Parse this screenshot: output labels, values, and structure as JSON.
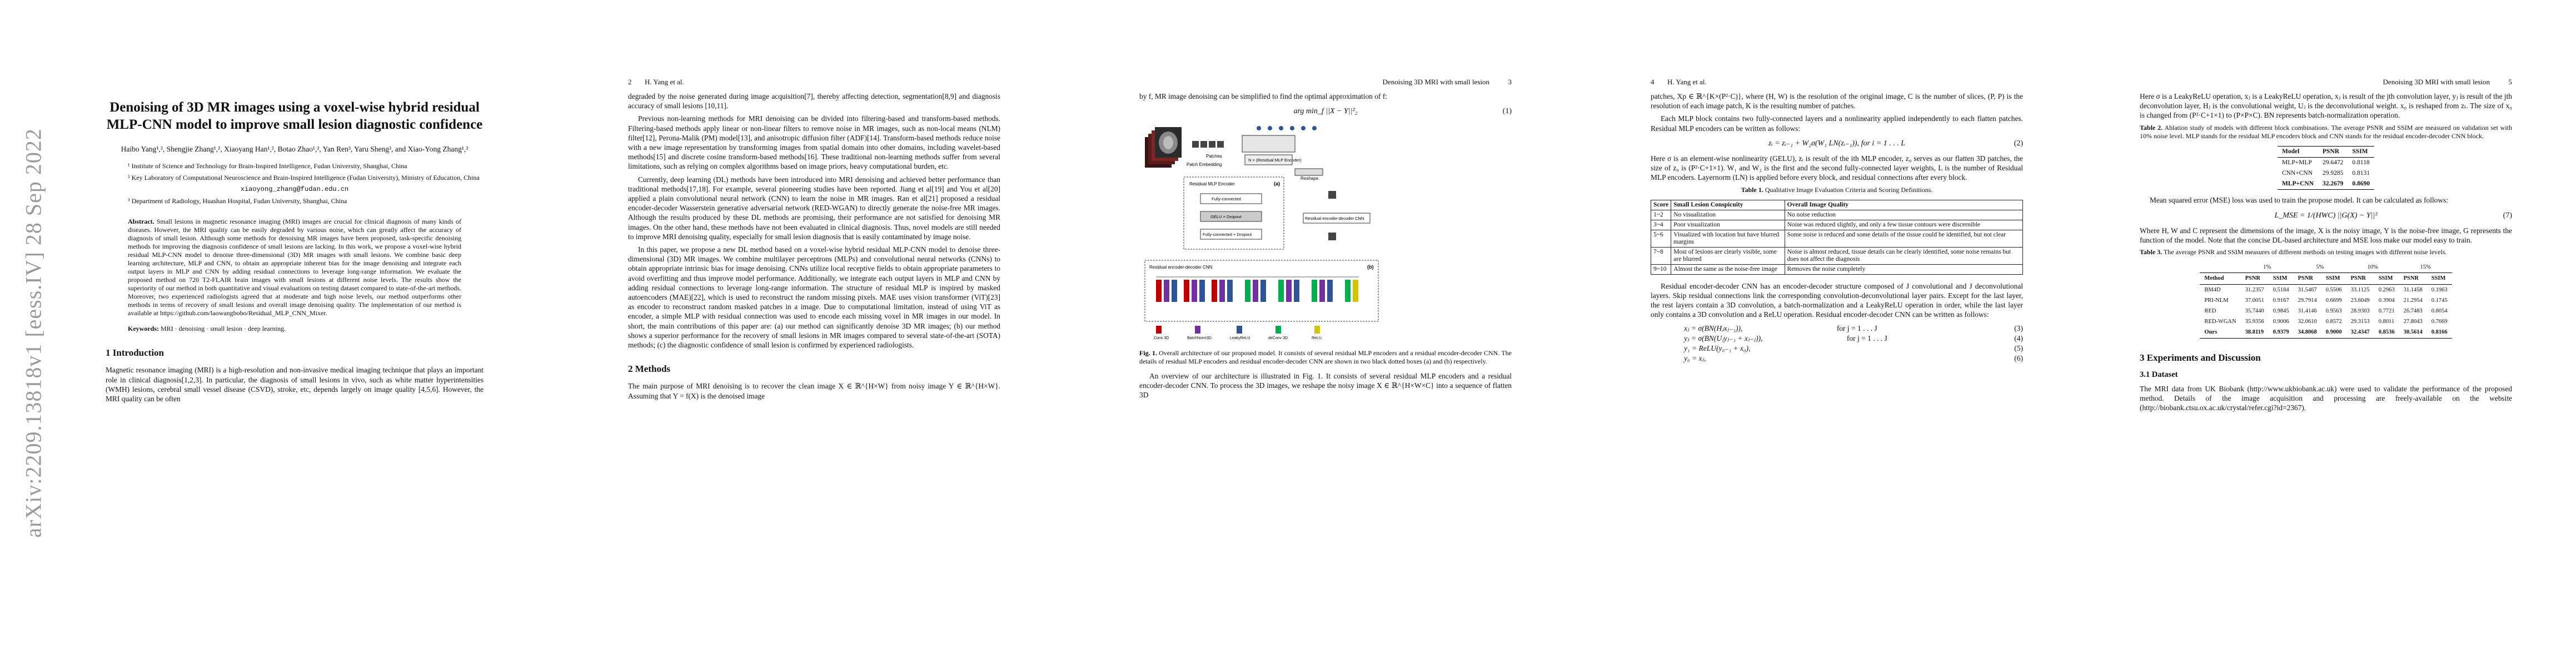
{
  "arxiv_id": "arXiv:2209.13818v1  [eess.IV]  28 Sep 2022",
  "title": "Denoising of 3D MR images using a voxel-wise hybrid residual MLP-CNN model to improve small lesion diagnostic confidence",
  "authors": "Haibo Yang¹,², Shengjie Zhang¹,², Xiaoyang Han¹,², Botao Zhao¹,², Yan Ren³, Yaru Sheng³, and Xiao-Yong Zhang¹,²",
  "affiliations": [
    "¹ Institute of Science and Technology for Brain-Inspired Intelligence, Fudan University, Shanghai, China",
    "² Key Laboratory of Computational Neuroscience and Brain-Inspired Intelligence (Fudan University), Ministry of Education, China",
    "xiaoyong_zhang@fudan.edu.cn",
    "³ Department of Radiology, Huashan Hospital, Fudan University, Shanghai, China"
  ],
  "abstract_label": "Abstract.",
  "abstract": "Small lesions in magnetic resonance imaging (MRI) images are crucial for clinical diagnosis of many kinds of diseases. However, the MRI quality can be easily degraded by various noise, which can greatly affect the accuracy of diagnosis of small lesion. Although some methods for denoising MR images have been proposed, task-specific denoising methods for improving the diagnosis confidence of small lesions are lacking. In this work, we propose a voxel-wise hybrid residual MLP-CNN model to denoise three-dimensional (3D) MR images with small lesions. We combine basic deep learning architecture, MLP and CNN, to obtain an appropriate inherent bias for the image denoising and integrate each output layers in MLP and CNN by adding residual connections to leverage long-range information. We evaluate the proposed method on 720 T2-FLAIR brain images with small lesions at different noise levels. The results show the superiority of our method in both quantitative and visual evaluations on testing dataset compared to state-of-the-art methods. Moreover, two experienced radiologists agreed that at moderate and high noise levels, our method outperforms other methods in terms of recovery of small lesions and overall image denoising quality. The implementation of our method is available at https://github.com/laowangbobo/Residual_MLP_CNN_Mixer.",
  "keywords_label": "Keywords:",
  "keywords": "MRI · denoising · small lesion · deep learning.",
  "sec_intro": "1   Introduction",
  "intro_p1": "Magnetic resonance imaging (MRI) is a high-resolution and non-invasive medical imaging technique that plays an important role in clinical diagnosis[1,2,3]. In particular, the diagnosis of small lesions in vivo, such as white matter hyperintensities (WMH) lesions, cerebral small vessel disease (CSVD), stroke, etc, depends largely on image quality [4,5,6]. However, the MRI quality can be often",
  "p2": {
    "page_no": "2",
    "header": "H. Yang et al.",
    "para1": "degraded by the noise generated during image acquisition[7], thereby affecting detection, segmentation[8,9] and diagnosis accuracy of small lesions [10,11].",
    "para2": "Previous non-learning methods for MRI denoising can be divided into filtering-based and transform-based methods. Filtering-based methods apply linear or non-linear filters to remove noise in MR images, such as non-local means (NLM) filter[12], Perona-Malik (PM) model[13], and anisotropic diffusion filter (ADF)[14]. Transform-based methods reduce noise with a new image representation by transforming images from spatial domain into other domains, including wavelet-based methods[15] and discrete cosine transform-based methods[16]. These traditional non-learning methods suffer from several limitations, such as relying on complex algorithms based on image priors, heavy computational burden, etc.",
    "para3": "Currently, deep learning (DL) methods have been introduced into MRI denoising and achieved better performance than traditional methods[17,18]. For example, several pioneering studies have been reported. Jiang et al[19] and You et al[20] applied a plain convolutional neural network (CNN) to learn the noise in MR images. Ran et al[21] proposed a residual encoder-decoder Wasserstein generative adversarial network (RED-WGAN) to directly generate the noise-free MR images. Although the results produced by these DL methods are promising, their performance are not satisfied for denoising MR images. On the other hand, these methods have not been evaluated in clinical diagnosis. Thus, novel models are still needed to improve MRI denoising quality, especially for small lesion diagnosis that is easily contaminated by image noise.",
    "para4": "In this paper, we propose a new DL method based on a voxel-wise hybrid residual MLP-CNN model to denoise three-dimensional (3D) MR images. We combine multilayer perceptrons (MLPs) and convolutional neural networks (CNNs) to obtain appropriate intrinsic bias for image denoising. CNNs utilize local receptive fields to obtain appropriate parameters to avoid overfitting and thus improve model performance. Additionally, we integrate each output layers in MLP and CNN by adding residual connections to leverage long-range information. The structure of residual MLP is inspired by masked autoencoders (MAE)[22], which is used to reconstruct the random missing pixels. MAE uses vision transformer (ViT)[23] as encoder to reconstruct random masked patches in a image. Due to computational limitation, instead of using ViT as encoder, a simple MLP with residual connection was used to encode each missing voxel in MR images in our model. In short, the main contributions of this paper are: (a) our method can significantly denoise 3D MR images; (b) our method shows a superior performance for the recovery of small lesions in MR images compared to several state-of-the-art (SOTA) methods; (c) the diagnostic confidence of small lesion is confirmed by experienced radiologists.",
    "sec_methods": "2   Methods",
    "para5": "The main purpose of MRI denoising is to recover the clean image X ∈ ℝ^{H×W} from noisy image Y ∈ ℝ^{H×W}. Assuming that Y = f(X) is the denoised image"
  },
  "p3": {
    "page_no": "3",
    "header": "Denoising 3D MRI with small lesion",
    "para1": "by f, MR image denoising can be simplified to find the optimal approximation of f:",
    "eq1": "arg min_f ||X − Y||²₂",
    "eq1_no": "(1)",
    "fig": {
      "patches": "Patches",
      "embedding": "Patch Embedding",
      "residual_mlp": "N × (Residual MLP Encoder)",
      "residual_mlp_encoder": "Residual MLP Encoder",
      "fully_connected": "Fully-connected",
      "gelu_dropout": "GELU + Dropout",
      "fc_dropout": "Fully-connected + Dropout",
      "reshape": "Reshape",
      "red_cnn": "Residual encoder-decoder CNN",
      "red_cnn_title": "Residual encoder-decoder CNN",
      "label_a": "(a)",
      "label_b": "(b)",
      "legend": [
        "Conv 3D",
        "BatchNorm3D",
        "LeakyReLU",
        "deConv 3D",
        "ReLU"
      ]
    },
    "fig_cap_label": "Fig. 1.",
    "fig_cap": "Overall architecture of our proposed model. It consists of several residual MLP encoders and a residual encoder-decoder CNN. The details of residual MLP encoders and residual encoder-decoder CNN are shown in two black dotted boxes (a) and (b) respectively.",
    "para2": "An overview of our architecture is illustrated in Fig. 1. It consists of several residual MLP encoders and a residual encoder-decoder CNN. To process the 3D images, we reshape the noisy image X ∈ ℝ^{H×W×C} into a sequence of flatten 3D"
  },
  "p4": {
    "page_no": "4",
    "header": "H. Yang et al.",
    "para1": "patches, Xp ∈ ℝ^{K×(P²·C)}, where (H, W) is the resolution of the original image, C is the number of slices, (P, P) is the resolution of each image patch, K is the resulting number of patches.",
    "para2": "Each MLP block contains two fully-connected layers and a nonlinearity applied independently to each flatten patches. Residual MLP encoders can be written as follows:",
    "eq2": "zᵢ = zᵢ₋₁ + W₂σ(W₁ LN(zᵢ₋₁)),      for i = 1 . . . L",
    "eq2_no": "(2)",
    "para3": "Here σ is an element-wise nonlinearity (GELU), zᵢ is result of the ith MLP encoder, z₀ serves as our flatten 3D patches, the size of z₀ is (P²·C+1×1). W₁ and W₂ is the first and the second fully-connected layer weights, L is the number of Residual MLP encoders. Layernorm (LN) is applied before every block, and residual connections after every block.",
    "table1_caption_label": "Table 1.",
    "table1_caption": "Qualitative Image Evaluation Criteria and Scoring Definitions.",
    "table1_headers": [
      "Score",
      "Small Lesion Conspicuity",
      "Overall Image Quality"
    ],
    "table1_rows": [
      [
        "1~2",
        "No visualization",
        "No noise reduction"
      ],
      [
        "3~4",
        "Poor visualization",
        "Noise was reduced slightly, and only a few tissue contours were discernible"
      ],
      [
        "5~6",
        "Visualized with location but have blurred margins",
        "Some noise is reduced and some details of the tissue could be identified, but not clear"
      ],
      [
        "7~8",
        "Most of lesions are clearly visible, some are blurred",
        "Noise is almost reduced, tissue details can be clearly identified, some noise remains but does not affect the diagnosis"
      ],
      [
        "9~10",
        "Almost the same as the noise-free image",
        "Removes the noise completely"
      ]
    ],
    "para4": "Residual encoder-decoder CNN has an encoder-decoder structure composed of J convolutional and J deconvolutional layers. Skip residual connections link the corresponding convolution-deconvolutional layer pairs. Except for the last layer, the rest layers contain a 3D convolution, a batch-normalization and a LeakyReLU operation in order, while the last layer only contains a 3D convolution and a ReLU operation. Residual encoder-decoder CNN can be written as follows:",
    "eqs": [
      {
        "l": "xⱼ = σ(BN(Hⱼxⱼ₋₁)),",
        "c": "for j = 1 . . . J",
        "n": "(3)"
      },
      {
        "l": "yⱼ = σ(BN(Uⱼyⱼ₋₁ + xⱼ₋ⱼ)),",
        "c": "for j = 1 . . . J",
        "n": "(4)"
      },
      {
        "l": "y₁ = ReLU(y₀₋₁ + x₀),",
        "c": "",
        "n": "(5)"
      },
      {
        "l": "y₀ = xⱼ,",
        "c": "",
        "n": "(6)"
      }
    ]
  },
  "p5": {
    "page_no": "5",
    "header": "Denoising 3D MRI with small lesion",
    "para1": "Here σ is a LeakyReLU operation, xⱼ is a LeakyReLU operation, xⱼ is result of the jth convolution layer, yⱼ is result of the jth deconvolution layer, Hⱼ is the convolutional weight, Uⱼ is the deconvolutional weight. x₀ is reshaped from zₗ. The size of x₀ is changed from (P²·C+1×1) to (P×P×C). BN represents batch-normalization operation.",
    "table2_caption_label": "Table 2.",
    "table2_caption": "Ablation study of models with different block combinations. The average PSNR and SSIM are measured on validation set with 10% noise level. MLP stands for the residual MLP encoders block and CNN stands for the residual encoder-decoder CNN block.",
    "table2_headers": [
      "Model",
      "PSNR",
      "SSIM"
    ],
    "table2_rows": [
      [
        "MLP+MLP",
        "29.6472",
        "0.8118"
      ],
      [
        "CNN+CNN",
        "29.9285",
        "0.8131"
      ],
      [
        "MLP+CNN",
        "32.2679",
        "0.8690"
      ]
    ],
    "para2": "Mean squared error (MSE) loss was used to train the propose model. It can be calculated as follows:",
    "eq7": "L_MSE = 1/(HWC) ||G(X) − Y||²",
    "eq7_no": "(7)",
    "para3": "Where H, W and C represent the dimensions of the image, X is the noisy image, Y is the noise-free image, G represents the function of the model. Note that the concise DL-based architecture and MSE loss make our model easy to train.",
    "table3_caption_label": "Table 3.",
    "table3_caption": "The average PSNR and SSIM measures of different methods on testing images with different noise levels.",
    "table3_col_groups": [
      "1%",
      "5%",
      "10%",
      "15%"
    ],
    "table3_subheaders": [
      "Method",
      "PSNR",
      "SSIM",
      "PSNR",
      "SSIM",
      "PSNR",
      "SSIM",
      "PSNR",
      "SSIM"
    ],
    "table3_rows": [
      [
        "BM4D",
        "31.2357",
        "0.5184",
        "31.5467",
        "0.5506",
        "33.1125",
        "0.2963",
        "31.1458",
        "0.1963"
      ],
      [
        "PRI-NLM",
        "37.0051",
        "0.9167",
        "29.7914",
        "0.6699",
        "23.6049",
        "0.3904",
        "21.2954",
        "0.1745"
      ],
      [
        "RED",
        "35.7440",
        "0.9845",
        "31.4146",
        "0.9563",
        "28.9303",
        "0.7721",
        "26.7483",
        "0.8054"
      ],
      [
        "RED-WGAN",
        "35.9356",
        "0.9006",
        "32.0610",
        "0.8572",
        "29.3153",
        "0.8011",
        "27.8043",
        "0.7669"
      ],
      [
        "Ours",
        "38.8119",
        "0.9379",
        "34.8068",
        "0.9000",
        "32.4347",
        "0.8536",
        "30.5614",
        "0.8166"
      ]
    ],
    "sec_exp": "3   Experiments and Discussion",
    "sub_dataset": "3.1   Dataset",
    "para4": "The MRI data from UK Biobank (http://www.ukbiobank.ac.uk) were used to validate the performance of the proposed method. Details of the image acquisition and processing are freely-available on the website (http://biobank.ctsu.ox.ac.uk/crystal/refer.cgi?id=2367)."
  }
}
